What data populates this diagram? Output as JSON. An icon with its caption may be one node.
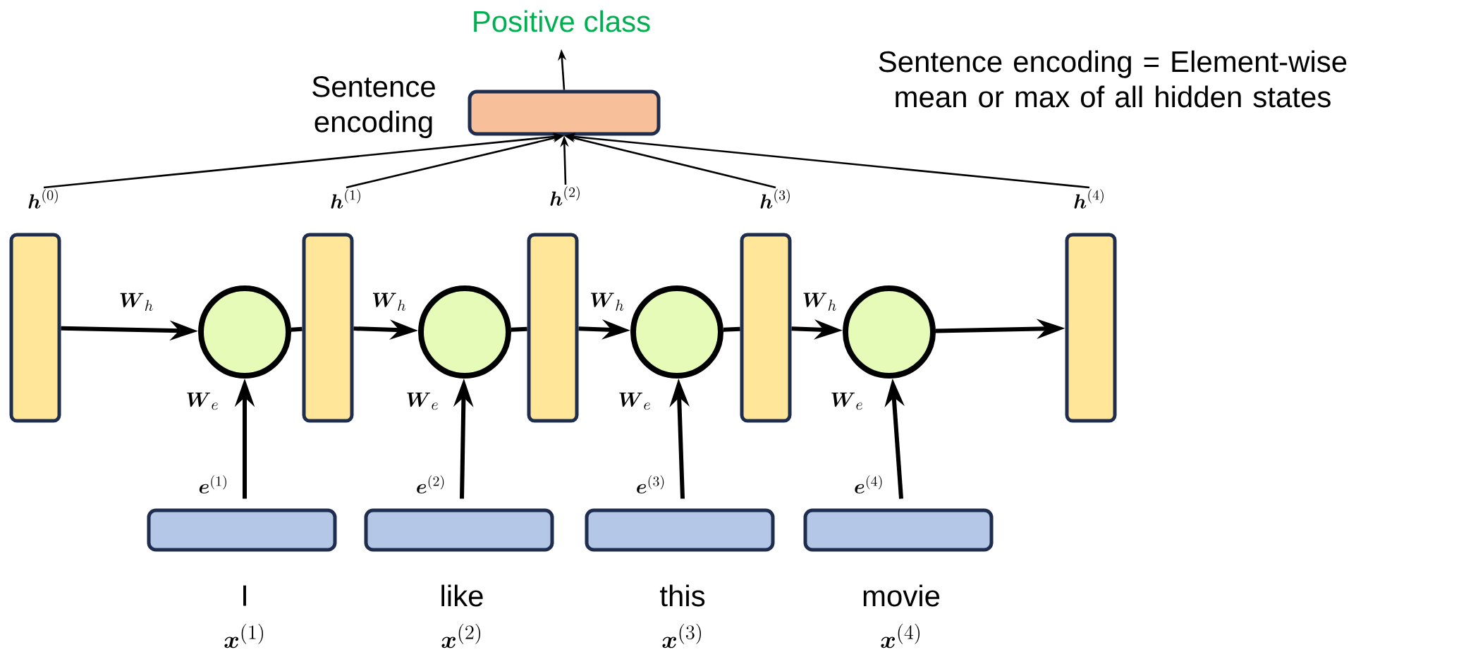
{
  "diagram": {
    "nodes": [
      {
        "text": [
          "Positive class"
        ]
      },
      {
        "text": [],
        "shape": "box",
        "beside": [
          "Sentence encoding"
        ]
      },
      {
        "text": [
          "\\boldsymbol{h}^{(0)}"
        ]
      },
      {
        "text": [
          "\\boldsymbol{h}^{(1)}"
        ]
      },
      {
        "text": [
          "\\boldsymbol{h}^{(2)}"
        ]
      },
      {
        "text": [
          "\\boldsymbol{h}^{(3)}"
        ]
      },
      {
        "text": [
          "\\boldsymbol{h}^{(4)}"
        ]
      },
      {
        "text": [],
        "shape": "bar"
      },
      {
        "text": [],
        "shape": "bar"
      },
      {
        "text": [],
        "shape": "bar"
      },
      {
        "text": [],
        "shape": "bar"
      },
      {
        "text": [],
        "shape": "bar"
      },
      {
        "text": [],
        "shape": "circle",
        "beside": [
          "\\boldsymbol{W}_e"
        ]
      },
      {
        "text": [],
        "shape": "circle",
        "beside": [
          "\\boldsymbol{W}_e"
        ]
      },
      {
        "text": [],
        "shape": "circle",
        "beside": [
          "\\boldsymbol{W}_e"
        ]
      },
      {
        "text": [],
        "shape": "circle",
        "beside": [
          "\\boldsymbol{W}_e"
        ]
      },
      {
        "text": [],
        "shape": "box",
        "beside": [
          "I",
          "\\boldsymbol{x}^{(1)}"
        ]
      },
      {
        "text": [],
        "shape": "box",
        "beside": [
          "like",
          "\\boldsymbol{x}^{(2)}"
        ]
      },
      {
        "text": [],
        "shape": "box",
        "beside": [
          "this",
          "\\boldsymbol{x}^{(3)}"
        ]
      },
      {
        "text": [],
        "shape": "box",
        "beside": [
          "movie",
          "\\boldsymbol{x}^{(4)}"
        ]
      }
    ],
    "edges": [
      {
        "from": 1,
        "to": 0,
        "arrow": "to"
      },
      {
        "from": 2,
        "to": 1,
        "arrow": "to"
      },
      {
        "from": 3,
        "to": 1,
        "arrow": "to"
      },
      {
        "from": 4,
        "to": 1,
        "arrow": "to"
      },
      {
        "from": 5,
        "to": 1,
        "arrow": "to"
      },
      {
        "from": 6,
        "to": 1,
        "arrow": "to"
      },
      {
        "from": 7,
        "to": 12,
        "arrow": "to",
        "label": "\\boldsymbol{W}_h"
      },
      {
        "from": 12,
        "to": 8,
        "arrow": "none"
      },
      {
        "from": 8,
        "to": 13,
        "arrow": "to",
        "label": "\\boldsymbol{W}_h"
      },
      {
        "from": 13,
        "to": 9,
        "arrow": "none"
      },
      {
        "from": 9,
        "to": 14,
        "arrow": "to",
        "label": "\\boldsymbol{W}_h"
      },
      {
        "from": 14,
        "to": 10,
        "arrow": "none"
      },
      {
        "from": 10,
        "to": 15,
        "arrow": "to",
        "label": "\\boldsymbol{W}_h"
      },
      {
        "from": 15,
        "to": 11,
        "arrow": "to"
      },
      {
        "from": 16,
        "to": 12,
        "arrow": "to",
        "label": "\\boldsymbol{e}^{(1)}"
      },
      {
        "from": 17,
        "to": 13,
        "arrow": "to",
        "label": "\\boldsymbol{e}^{(2)}"
      },
      {
        "from": 18,
        "to": 14,
        "arrow": "to",
        "label": "\\boldsymbol{e}^{(3)}"
      },
      {
        "from": 19,
        "to": 15,
        "arrow": "to",
        "label": "\\boldsymbol{e}^{(4)}"
      }
    ],
    "labels": [
      "Sentence encoding = Element-wise mean or max of all hidden states"
    ]
  }
}
